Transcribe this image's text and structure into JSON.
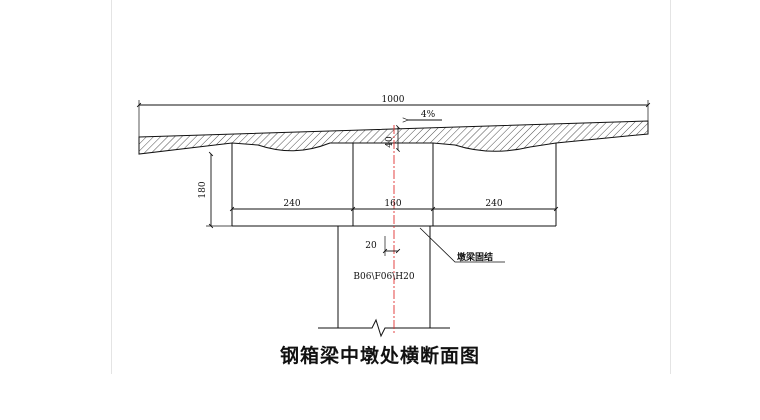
{
  "drawing": {
    "caption": "钢箱梁中墩处横断面图",
    "dims": {
      "total_width": "1000",
      "slope": "4%",
      "deck_thickness": "40",
      "height": "180",
      "left_cell": "240",
      "center_cell": "160",
      "right_cell": "240",
      "offset": "20",
      "bearing_code": "B06\\F06\\H20"
    },
    "callout": "墩梁固结",
    "colors": {
      "line": "#111111",
      "centerline": "#e03030",
      "hatch": "#222222"
    }
  }
}
